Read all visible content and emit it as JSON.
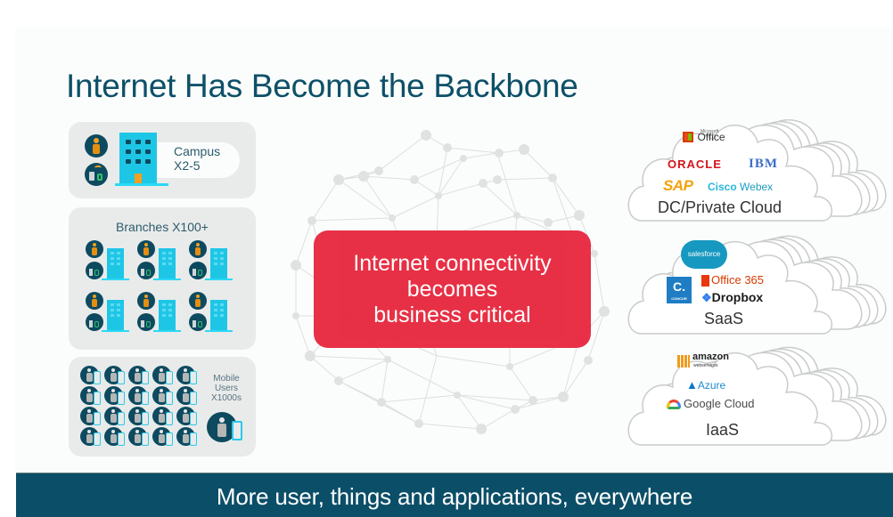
{
  "slide": {
    "title": "Internet Has Become the Backbone",
    "banner": "More user, things and applications, everywhere"
  },
  "left_panels": {
    "campus": {
      "label_line1": "Campus",
      "label_line2": "X2-5",
      "icons": [
        "user-icon",
        "wireless-devices-icon",
        "campus-building-icon"
      ]
    },
    "branches": {
      "label": "Branches X100+",
      "site_count": 6,
      "icons": [
        "user-icon",
        "wireless-devices-icon",
        "branch-building-icon"
      ]
    },
    "mobile": {
      "label_line1": "Mobile",
      "label_line2": "Users",
      "label_line3": "X1000s",
      "grid_rows": 4,
      "grid_cols": 5,
      "icons": [
        "mobile-user-icon"
      ]
    }
  },
  "center": {
    "callout_line1": "Internet connectivity",
    "callout_line2": "becomes",
    "callout_line3": "business critical",
    "background_graphic": "network-mesh-sphere"
  },
  "clouds": [
    {
      "category": "DC/Private Cloud",
      "logos": [
        {
          "name": "Microsoft Office",
          "text": "Office",
          "small": "Microsoft"
        },
        {
          "name": "Oracle",
          "text": "ORACLE"
        },
        {
          "name": "IBM",
          "text": "IBM"
        },
        {
          "name": "SAP",
          "text": "SAP"
        },
        {
          "name": "Cisco Webex",
          "text_bold": "Cisco",
          "text": "Webex"
        }
      ]
    },
    {
      "category": "SaaS",
      "logos": [
        {
          "name": "Salesforce",
          "text": "salesforce"
        },
        {
          "name": "Concur",
          "text": "C.",
          "small": "CONCUR"
        },
        {
          "name": "Office 365",
          "text": "Office 365"
        },
        {
          "name": "Dropbox",
          "text": "Dropbox"
        }
      ]
    },
    {
      "category": "IaaS",
      "logos": [
        {
          "name": "Amazon Web Services",
          "text": "amazon",
          "small": "webservices"
        },
        {
          "name": "Azure",
          "text": "Azure"
        },
        {
          "name": "Google Cloud",
          "text": "Google Cloud"
        }
      ]
    }
  ],
  "colors": {
    "title": "#0d5068",
    "banner_bg": "#0b4e67",
    "callout_bg": "#e7283e",
    "panel_bg": "#e9ebea",
    "building": "#1ec6e6",
    "user_circle": "#0d4a60",
    "user_orange": "#e58f11"
  }
}
